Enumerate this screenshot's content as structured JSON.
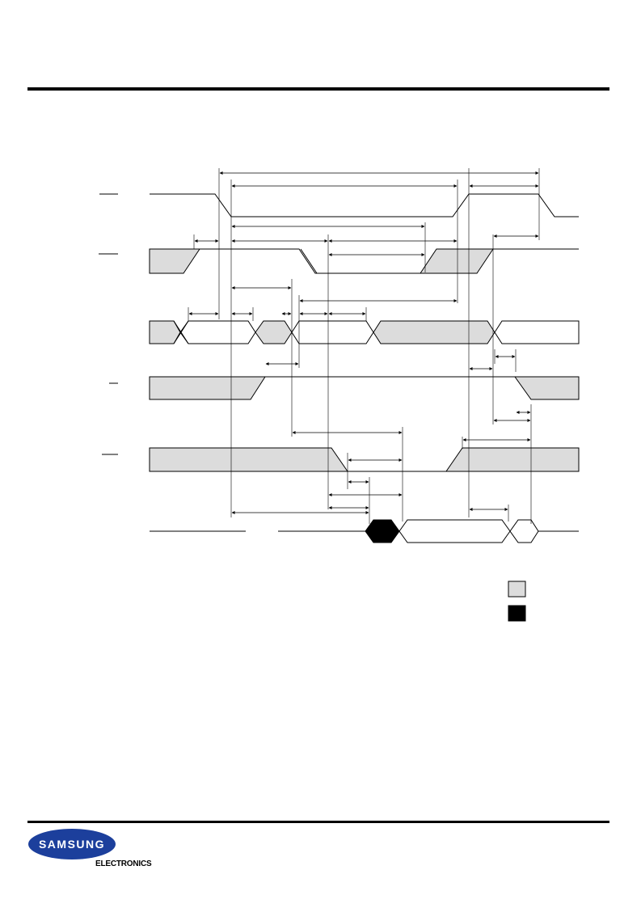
{
  "signals": [
    {
      "id": "sig-1",
      "label": ""
    },
    {
      "id": "sig-2",
      "label": ""
    },
    {
      "id": "sig-3",
      "label": ""
    },
    {
      "id": "sig-4",
      "label": ""
    },
    {
      "id": "sig-5",
      "label": ""
    },
    {
      "id": "sig-6",
      "label": ""
    }
  ],
  "legend": [
    {
      "id": "legend-light",
      "color": "#dcdcdc",
      "label": ""
    },
    {
      "id": "legend-dark",
      "color": "#000000",
      "label": ""
    }
  ],
  "colors": {
    "hatch": "#dcdcdc",
    "line": "#000000",
    "logo_blue": "#1c3f9c"
  },
  "logo": {
    "brand": "SAMSUNG",
    "subtitle": "ELECTRONICS"
  }
}
